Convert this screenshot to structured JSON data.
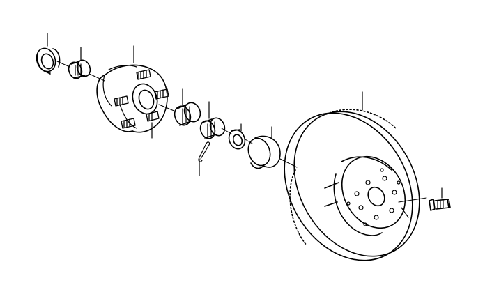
{
  "diagram": {
    "kind": "exploded-view line drawing",
    "stroke_color": "#000000",
    "background_color": "#ffffff",
    "parts": [
      {
        "name": "grease-seal"
      },
      {
        "name": "inner-bearing"
      },
      {
        "name": "hub"
      },
      {
        "name": "wheel-studs"
      },
      {
        "name": "outer-bearing"
      },
      {
        "name": "lock-nut-cap"
      },
      {
        "name": "cotter-pin"
      },
      {
        "name": "thrust-washer"
      },
      {
        "name": "dust-cap"
      },
      {
        "name": "brake-disc"
      },
      {
        "name": "disc-screw"
      }
    ],
    "callouts": 12
  }
}
